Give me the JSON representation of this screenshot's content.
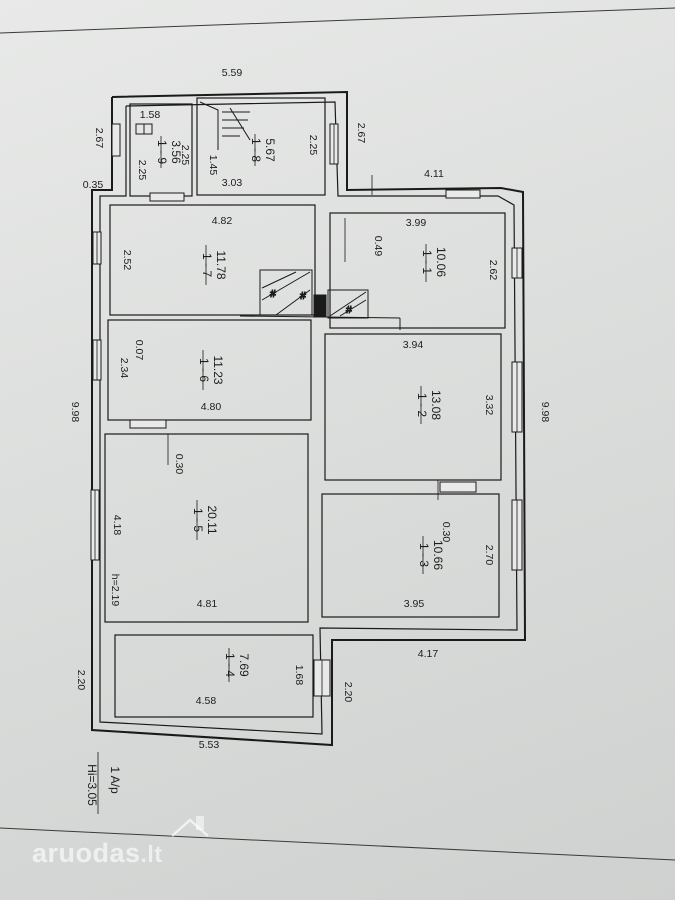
{
  "top_width": "5.59",
  "rooms": {
    "r1_9": {
      "id": "1 - 9",
      "area": "3.56",
      "w": "1.58",
      "h1": "2.25",
      "h2": "2.25"
    },
    "r1_8": {
      "id": "1 - 8",
      "area": "5.67",
      "w": "3.03",
      "h1": "1.45",
      "h2": "2.25"
    },
    "r1_7": {
      "id": "1 - 7",
      "area": "11.78",
      "w": "4.82",
      "h": "2.52"
    },
    "r1_6": {
      "id": "1 - 6",
      "area": "11.23",
      "w": "4.80",
      "h": "2.34",
      "extra": "0.07"
    },
    "r1_5": {
      "id": "1 - 5",
      "area": "20.11",
      "w": "4.81",
      "h": "4.18",
      "extra": "0.30",
      "height_note": "h=2.19"
    },
    "r1_4": {
      "id": "1 - 4",
      "area": "7.69",
      "w": "4.58",
      "h": "1.68"
    },
    "r1_1": {
      "id": "1 - 1",
      "area": "10.06",
      "w": "3.99",
      "h": "2.62",
      "extra": "0.49"
    },
    "r1_2": {
      "id": "1 - 2",
      "area": "13.08",
      "w": "3.94",
      "h": "3.32"
    },
    "r1_3": {
      "id": "1 - 3",
      "area": "10.66",
      "w": "3.95",
      "h": "2.70",
      "extra": "0.30"
    }
  },
  "outer": {
    "left_top": "2.67",
    "right_top": "2.67",
    "ledge": "0.35",
    "right_upper": "4.11",
    "left_total": "9.98",
    "right_total": "9.98",
    "right_lower": "4.17",
    "left_bottom": "2.20",
    "right_bottom": "2.20",
    "bottom_width": "5.53"
  },
  "legend": {
    "line1": "1 A/p",
    "line2": "Hi=3.05"
  },
  "watermark": {
    "name": "aruodas",
    "tld": ".lt"
  }
}
